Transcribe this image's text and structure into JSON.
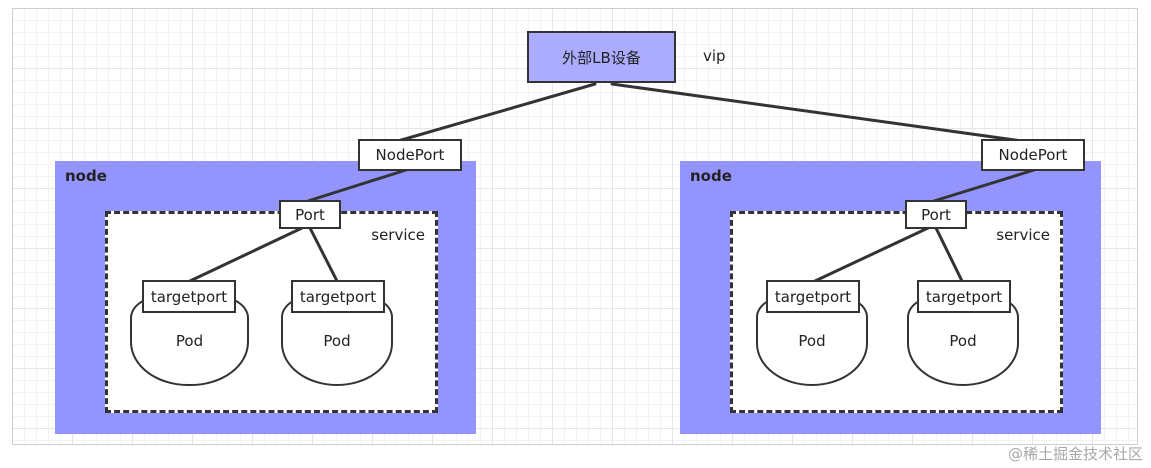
{
  "lb": {
    "label": "外部LB设备",
    "vip": "vip"
  },
  "nodes": [
    {
      "title": "node",
      "nodeport": "NodePort",
      "service": "service",
      "port": "Port",
      "pods": [
        {
          "targetport": "targetport",
          "label": "Pod"
        },
        {
          "targetport": "targetport",
          "label": "Pod"
        }
      ]
    },
    {
      "title": "node",
      "nodeport": "NodePort",
      "service": "service",
      "port": "Port",
      "pods": [
        {
          "targetport": "targetport",
          "label": "Pod"
        },
        {
          "targetport": "targetport",
          "label": "Pod"
        }
      ]
    }
  ],
  "watermark": "@稀土掘金技术社区",
  "colors": {
    "node_fill": "#9494ff",
    "lb_fill": "#ababff",
    "stroke": "#333333"
  }
}
